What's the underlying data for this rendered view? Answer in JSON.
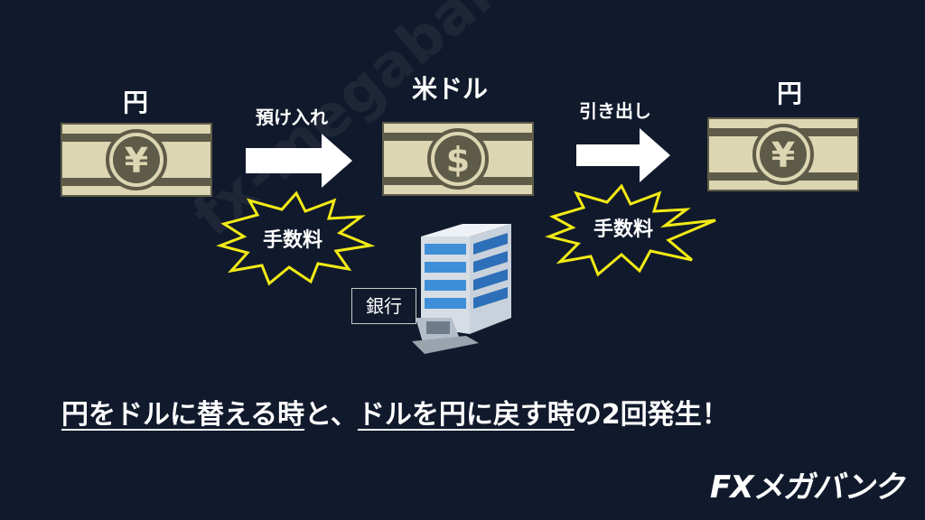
{
  "watermark": "fx-megabank.com",
  "notes": [
    {
      "label": "円",
      "symbol": "¥"
    },
    {
      "label": "米ドル",
      "symbol": "$"
    },
    {
      "label": "円",
      "symbol": "¥"
    }
  ],
  "arrows": [
    {
      "label": "預け入れ"
    },
    {
      "label": "引き出し"
    }
  ],
  "fees": [
    {
      "label": "手数料"
    },
    {
      "label": "手数料"
    }
  ],
  "bank": {
    "label": "銀行"
  },
  "summary": {
    "part1": "円をドルに替える時",
    "part2": "と、",
    "part3": "ドルを円に戻す時",
    "part4": "の2回発生！"
  },
  "logo": {
    "text": "FXメガバンク"
  },
  "colors": {
    "background": "#111a2c",
    "note_fill": "#ddd6b3",
    "note_band": "#5e5b48",
    "burst_stroke": "#f2ea16",
    "text": "#ffffff"
  }
}
